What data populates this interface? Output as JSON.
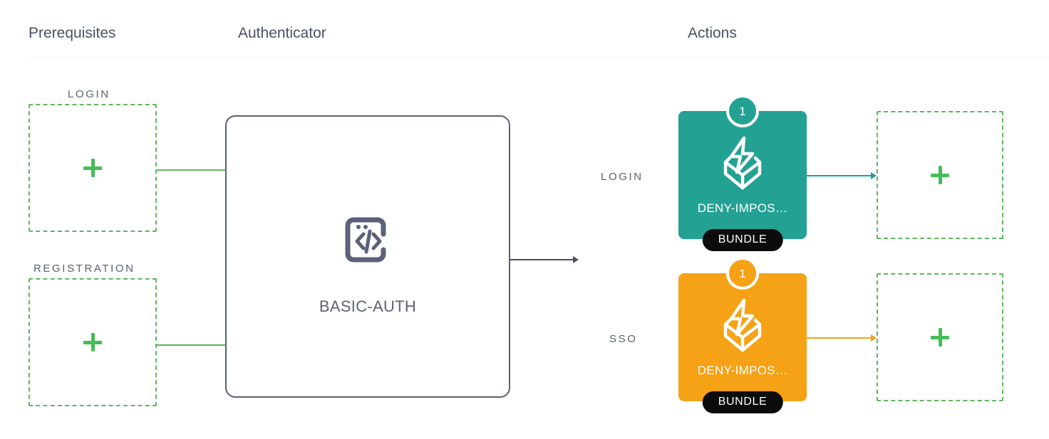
{
  "headers": {
    "prerequisites": "Prerequisites",
    "authenticator": "Authenticator",
    "actions": "Actions"
  },
  "prerequisites": {
    "items": [
      {
        "label": "LOGIN",
        "placeholder_icon": "plus-icon"
      },
      {
        "label": "REGISTRATION",
        "placeholder_icon": "plus-icon"
      }
    ]
  },
  "authenticator": {
    "title": "BASIC-AUTH",
    "icon": "code-window-icon"
  },
  "actions": {
    "rows": [
      {
        "flow_label": "LOGIN",
        "badge": "1",
        "title": "DENY-IMPOS…",
        "pill": "BUNDLE",
        "icon": "bolt-package-icon",
        "color": "#23a193",
        "arrow_color": "#1aa0a0"
      },
      {
        "flow_label": "SSO",
        "badge": "1",
        "title": "DENY-IMPOS…",
        "pill": "BUNDLE",
        "icon": "bolt-package-icon",
        "color": "#f5a216",
        "arrow_color": "#f5a216"
      }
    ],
    "outputs": [
      {
        "placeholder_icon": "plus-icon"
      },
      {
        "placeholder_icon": "plus-icon"
      }
    ]
  },
  "colors": {
    "header_text": "#4a5066",
    "label_text": "#5b6073",
    "dashed_green": "#5cb85c",
    "plus_green": "#45bd56",
    "card_border": "#5b617a",
    "teal": "#23a193",
    "orange": "#f5a216",
    "pill_black": "#0c0c0c",
    "divider": "#f0f1f3",
    "dark_arrow": "#4a5066"
  }
}
